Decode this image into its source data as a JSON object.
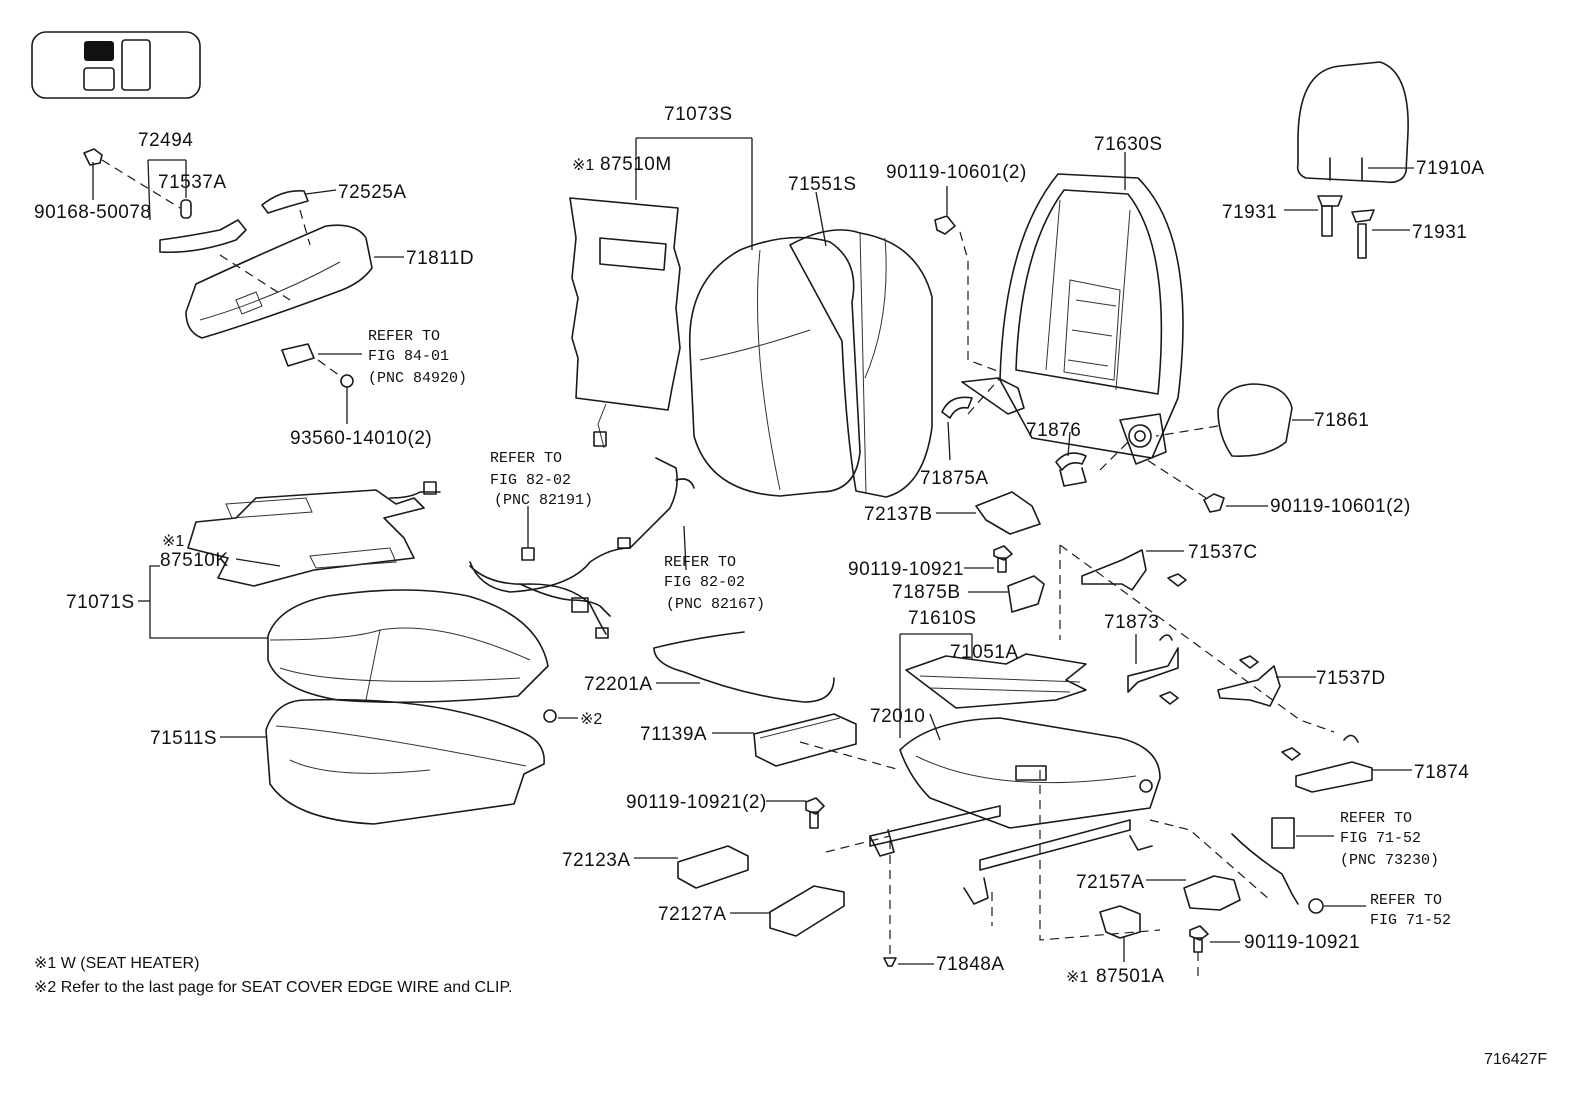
{
  "labels": {
    "p72494": "72494",
    "p71537A": "71537A",
    "p90168": "90168-50078",
    "p72525A": "72525A",
    "p71811D": "71811D",
    "refer8401": "REFER TO",
    "fig8401": "FIG 84-01",
    "pnc84920": "(PNC 84920)",
    "p93560": "93560-14010(2)",
    "p71073S": "71073S",
    "p87510M": "87510M",
    "p71551S": "71551S",
    "p90119a": "90119-10601(2)",
    "p71630S": "71630S",
    "p71910A": "71910A",
    "p71931a": "71931",
    "p71931b": "71931",
    "p71861": "71861",
    "p71876": "71876",
    "p71875A": "71875A",
    "p90119b": "90119-10601(2)",
    "refer8202a": "REFER TO",
    "fig8202a": "FIG 82-02",
    "pnc82191": "(PNC 82191)",
    "refer8202b": "REFER TO",
    "fig8202b": "FIG 82-02",
    "pnc82167": "(PNC 82167)",
    "p87510K": "87510K",
    "p71071S": "71071S",
    "p71511S": "71511S",
    "star2": "※2",
    "p72201A": "72201A",
    "p71139A": "71139A",
    "p90119c": "90119-10921(2)",
    "p72123A": "72123A",
    "p72127A": "72127A",
    "p72137B": "72137B",
    "p90119d": "90119-10921",
    "p71875B": "71875B",
    "p71610S": "71610S",
    "p71051A": "71051A",
    "p72010": "72010",
    "p71537C": "71537C",
    "p71873": "71873",
    "p71537D": "71537D",
    "p71874": "71874",
    "refer7152a": "REFER TO",
    "fig7152a": "FIG 71-52",
    "pnc73230": "(PNC 73230)",
    "refer7152b": "REFER TO",
    "fig7152b": "FIG 71-52",
    "p72157A": "72157A",
    "p90119e": "90119-10921",
    "p71848A": "71848A",
    "p87501A": "87501A",
    "star1a": "※1",
    "star1b": "※1",
    "star1c": "※1"
  },
  "notes": {
    "note1": "※1 W (SEAT HEATER)",
    "note2": "※2 Refer to the last page for SEAT COVER EDGE WIRE and CLIP."
  },
  "figure_code": "716427F"
}
